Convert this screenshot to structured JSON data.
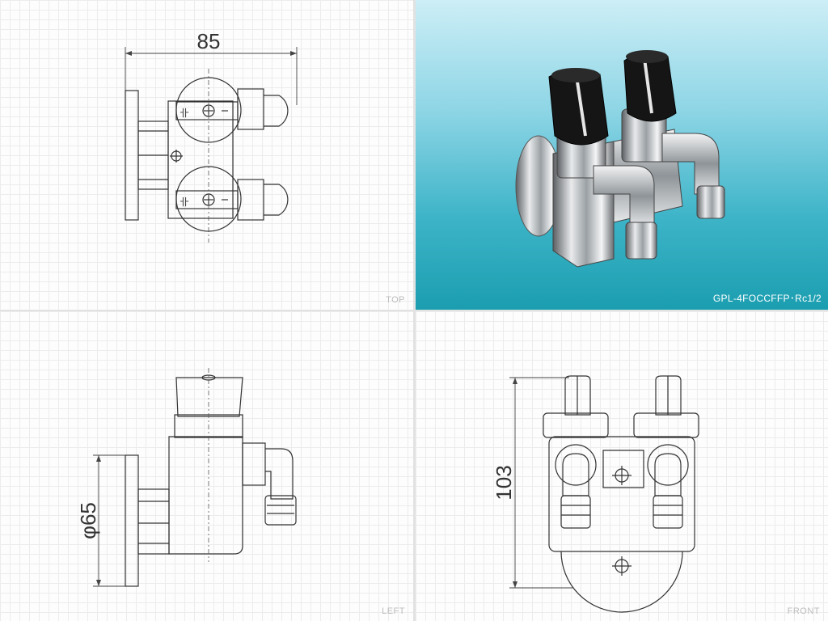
{
  "views": {
    "top": {
      "label": "TOP",
      "dimension": "85"
    },
    "photo": {
      "caption": "GPL-4FOCCFFP･Rc1/2"
    },
    "left": {
      "label": "LEFT",
      "dimension": "φ65"
    },
    "front": {
      "label": "FRONT",
      "dimension": "103"
    }
  },
  "colors": {
    "line": "#333333",
    "grid": "#ececec",
    "photo_bg_top": "#cdeef6",
    "photo_bg_bottom": "#1b9eb0",
    "label": "#bdbdbd"
  }
}
